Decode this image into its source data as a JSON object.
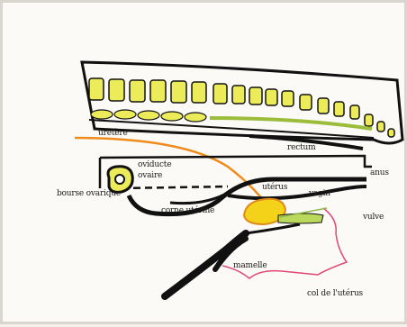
{
  "labels": {
    "ureter": "uretère",
    "rectum": "rectum",
    "oviducte": "oviducte",
    "ovaire": "ovaire",
    "bourse_ovarique": "bourse ovarique",
    "uterus": "utérus",
    "corne_uterine": "corne utérine",
    "vagin": "vagin",
    "anus": "anus",
    "vulve": "vulve",
    "mamelle": "mamelle",
    "col_uterus": "col de l'utérus"
  },
  "caption": "",
  "colors": {
    "background": "#fbfaf6",
    "vertebra_fill": "#ecec5a",
    "outline": "#111111",
    "ureter_orange": "#f08a1a",
    "uterus_yellow": "#f5d21a",
    "vulva_pink": "#e0467a",
    "vulva_green": "#b9d85c"
  }
}
